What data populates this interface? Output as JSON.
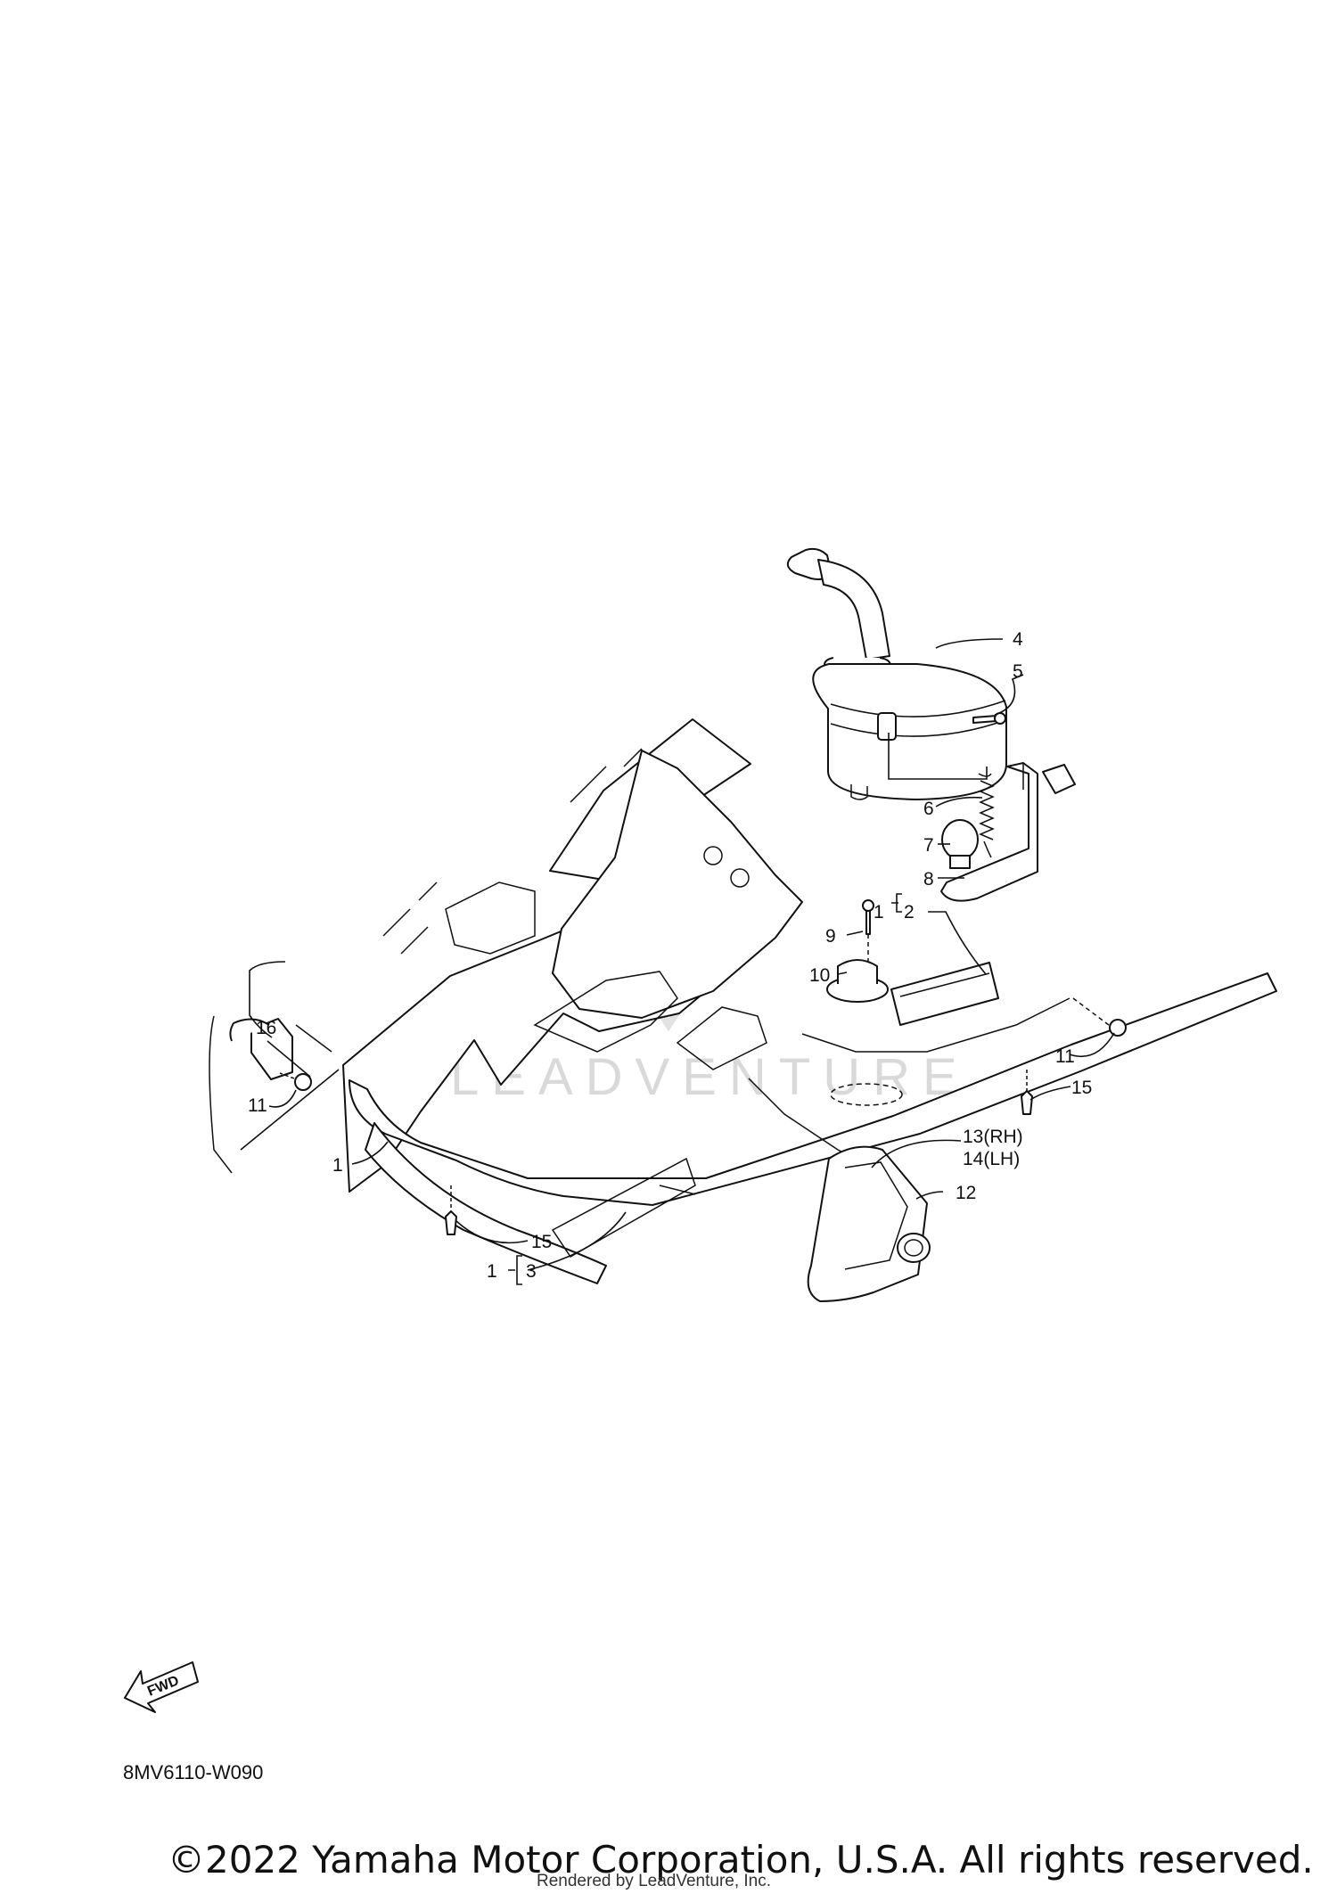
{
  "labels": {
    "l4": "4",
    "l5": "5",
    "l6": "6",
    "l7": "7",
    "l8": "8",
    "l9": "9",
    "l10": "10",
    "l1_2_prefix": "1",
    "l1_2": "2",
    "l11_left": "11",
    "l11_right": "11",
    "l16": "16",
    "l15_right": "15",
    "l13": "13(RH)",
    "l14": "14(LH)",
    "l12": "12",
    "l1": "1",
    "l15_bottom": "15",
    "l1_3_prefix": "1",
    "l1_3": "3"
  },
  "fwd_label": "FWD",
  "watermark": "LEADVENTURE",
  "diagram_code": "8MV6110-W090",
  "copyright": "©2022 Yamaha Motor Corporation, U.S.A. All rights reserved.",
  "rendered_by": "Rendered by LeadVenture, Inc."
}
